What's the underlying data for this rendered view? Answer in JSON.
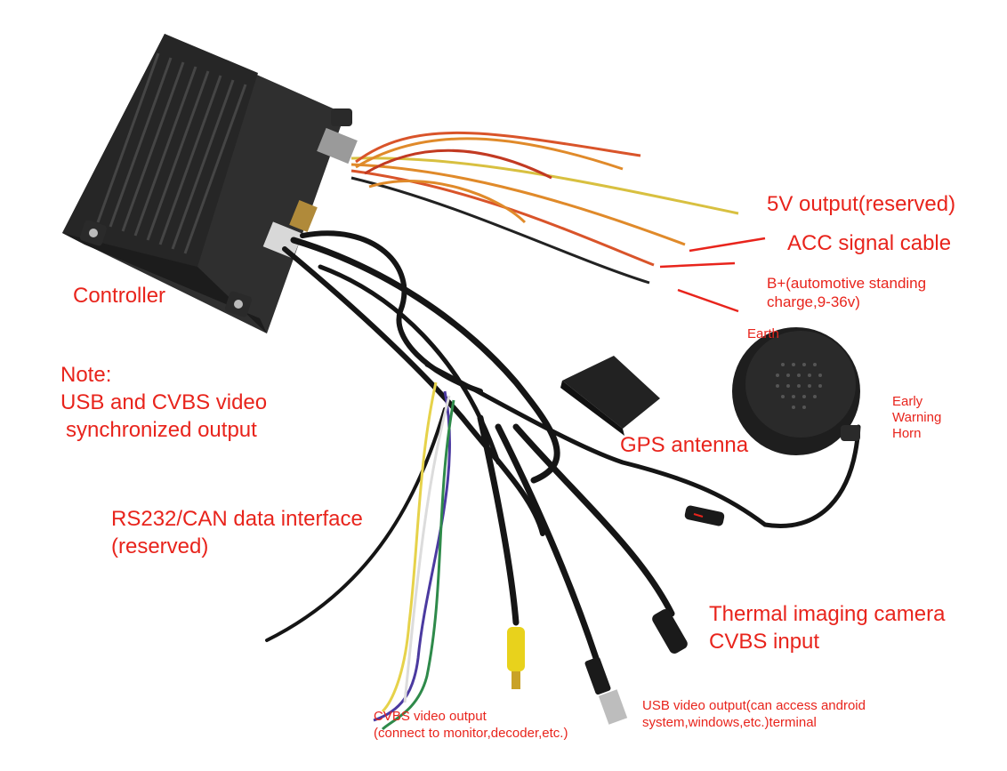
{
  "labels": {
    "v5_output": "5V output(reserved)",
    "acc_signal": "ACC signal cable",
    "bplus_line1": "B+(automotive standing",
    "bplus_line2": "charge,9-36v)",
    "controller": "Controller",
    "earth": "Earth",
    "horn_line1": "Early",
    "horn_line2": "Warning",
    "horn_line3": "Horn",
    "note_title": "Note:",
    "note_line1": "USB and CVBS video",
    "note_line2": "synchronized output",
    "gps": "GPS antenna",
    "rs232_line1": "RS232/CAN data interface",
    "rs232_line2": "(reserved)",
    "thermal_line1": "Thermal imaging camera",
    "thermal_line2": "CVBS input",
    "usb_line1": "USB video output(can access android",
    "usb_line2": "system,windows,etc.)terminal",
    "cvbs_out_line1": "CVBS video output",
    "cvbs_out_line2": "(connect to monitor,decoder,etc.)"
  },
  "colors": {
    "label": "#e8241c",
    "housing": "#2b2b2b",
    "cable": "#151515"
  }
}
